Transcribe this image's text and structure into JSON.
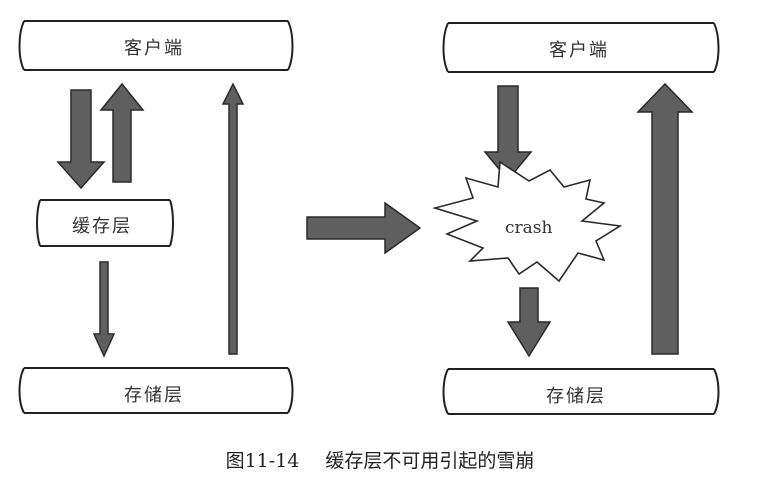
{
  "left": {
    "client_label": "客户端",
    "cache_label": "缓存层",
    "storage_label": "存储层"
  },
  "right": {
    "client_label": "客户端",
    "crash_label": "crash",
    "storage_label": "存储层"
  },
  "caption": {
    "figure_number": "图11-14",
    "title": "缓存层不可用引起的雪崩"
  },
  "colors": {
    "arrow_fill": "#5f5f5f",
    "arrow_stroke": "#2a2a2a",
    "box_stroke": "#222222",
    "text": "#333333"
  }
}
